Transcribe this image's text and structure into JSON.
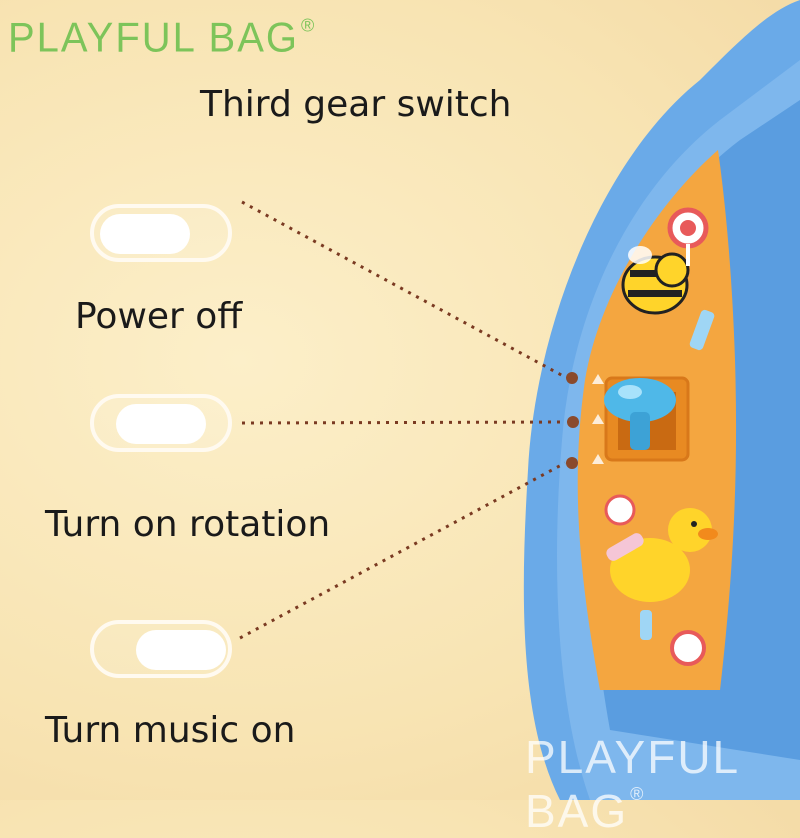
{
  "brand": {
    "name": "PLAYFUL BAG",
    "mark": "®"
  },
  "title": "Third gear switch",
  "modes": [
    {
      "label": "Power off",
      "knob_position": "left"
    },
    {
      "label": "Turn on rotation",
      "knob_position": "center"
    },
    {
      "label": "Turn music on",
      "knob_position": "right"
    }
  ],
  "colors": {
    "brand_green": "#7dc45a",
    "toy_blue": "#5ea3e8",
    "toy_orange": "#f4a640",
    "switch_blue": "#4fb8e8",
    "dots": "#8a4a2c"
  },
  "icons": [
    "bee-sticker",
    "duck-sticker",
    "lollipop-sticker",
    "candy-sticker"
  ]
}
